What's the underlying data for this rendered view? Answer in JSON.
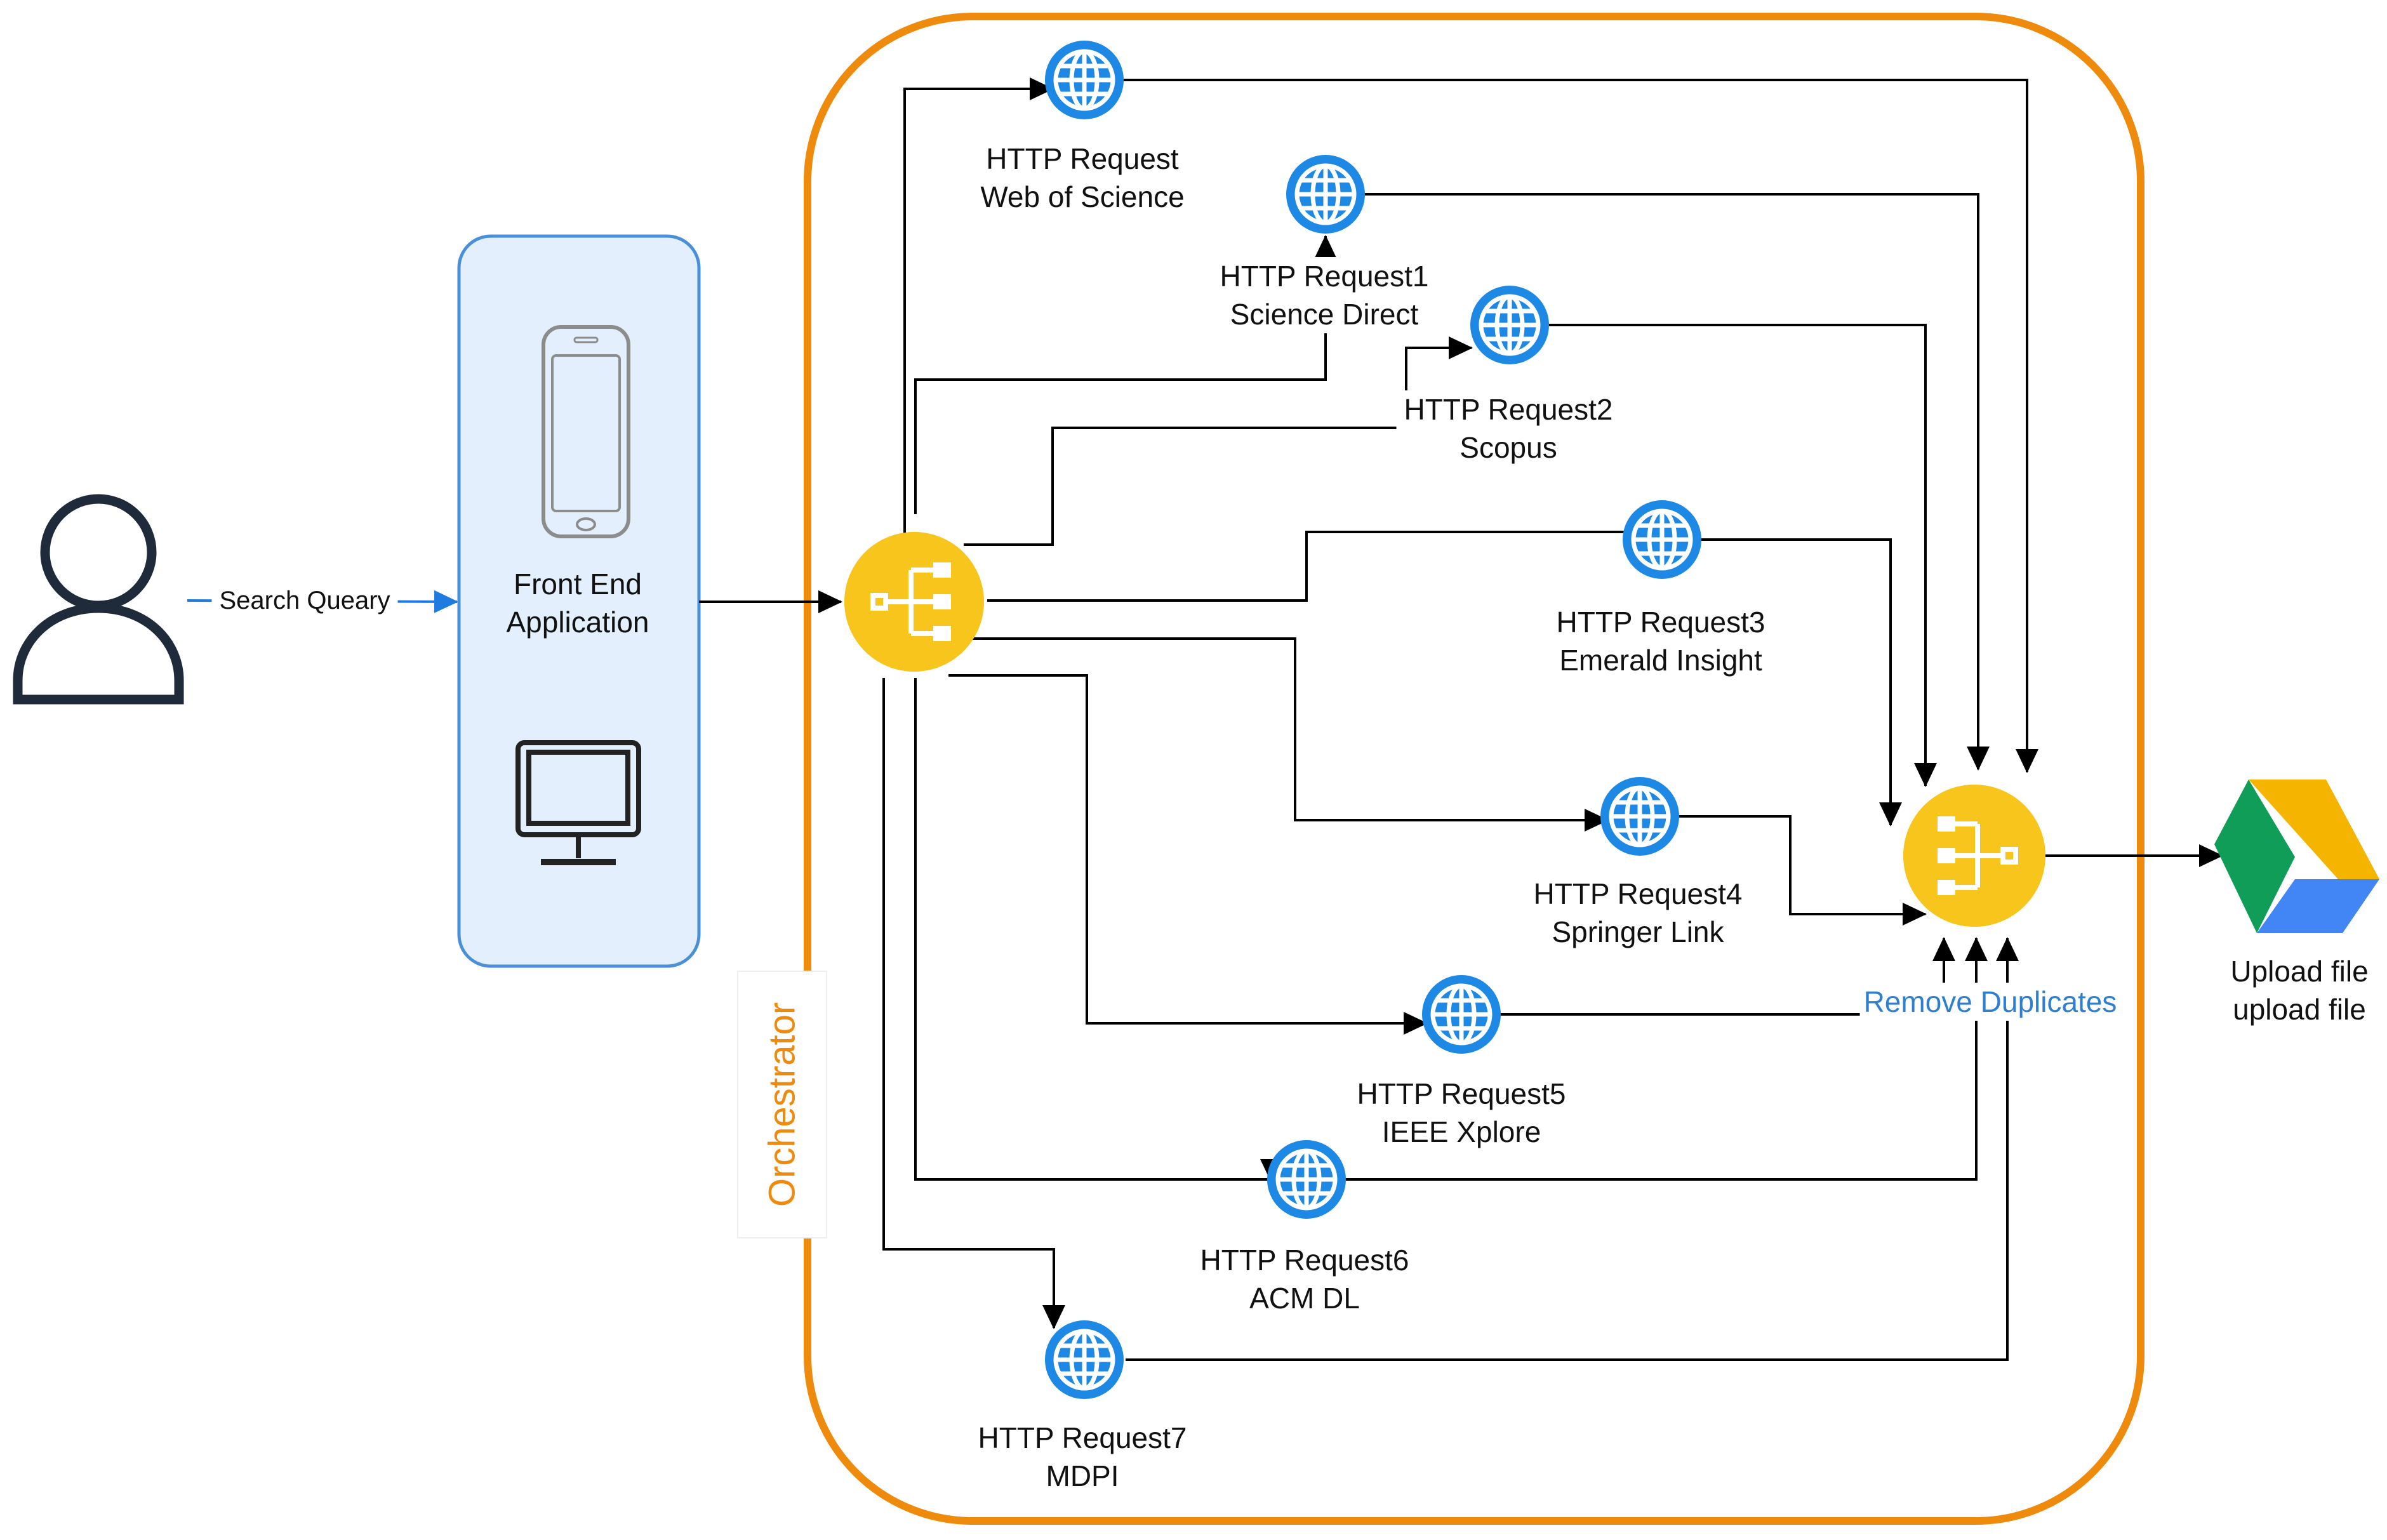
{
  "user": {
    "icon": "user-icon"
  },
  "query_label": "Search Queary",
  "frontend": {
    "line1": "Front End",
    "line2": "Application",
    "icons": [
      "mobile-phone-icon",
      "desktop-monitor-icon"
    ]
  },
  "orchestrator_label": "Orchestrator",
  "requests": [
    {
      "line1": "HTTP Request",
      "line2": "Web of Science",
      "icon": "globe-icon"
    },
    {
      "line1": "HTTP Request1",
      "line2": "Science Direct",
      "icon": "globe-icon"
    },
    {
      "line1": "HTTP Request2",
      "line2": "Scopus",
      "icon": "globe-icon"
    },
    {
      "line1": "HTTP Request3",
      "line2": "Emerald Insight",
      "icon": "globe-icon"
    },
    {
      "line1": "HTTP Request4",
      "line2": "Springer Link",
      "icon": "globe-icon"
    },
    {
      "line1": "HTTP Request5",
      "line2": "IEEE Xplore",
      "icon": "globe-icon"
    },
    {
      "line1": "HTTP Request6",
      "line2": "ACM DL",
      "icon": "globe-icon"
    },
    {
      "line1": "HTTP Request7",
      "line2": "MDPI",
      "icon": "globe-icon"
    }
  ],
  "merge_label": "Remove Duplicates",
  "upload": {
    "line1": "Upload file",
    "line2": "upload file",
    "icon": "google-drive-icon"
  },
  "colors": {
    "orchestrator_border": "#ee8a0c",
    "globe": "#1e88e5",
    "node": "#f7c51b",
    "frontend_fill": "#e3effc",
    "frontend_border": "#4a90d9",
    "merge_label": "#2f7fd0",
    "query_arrow": "#1e7be0"
  }
}
